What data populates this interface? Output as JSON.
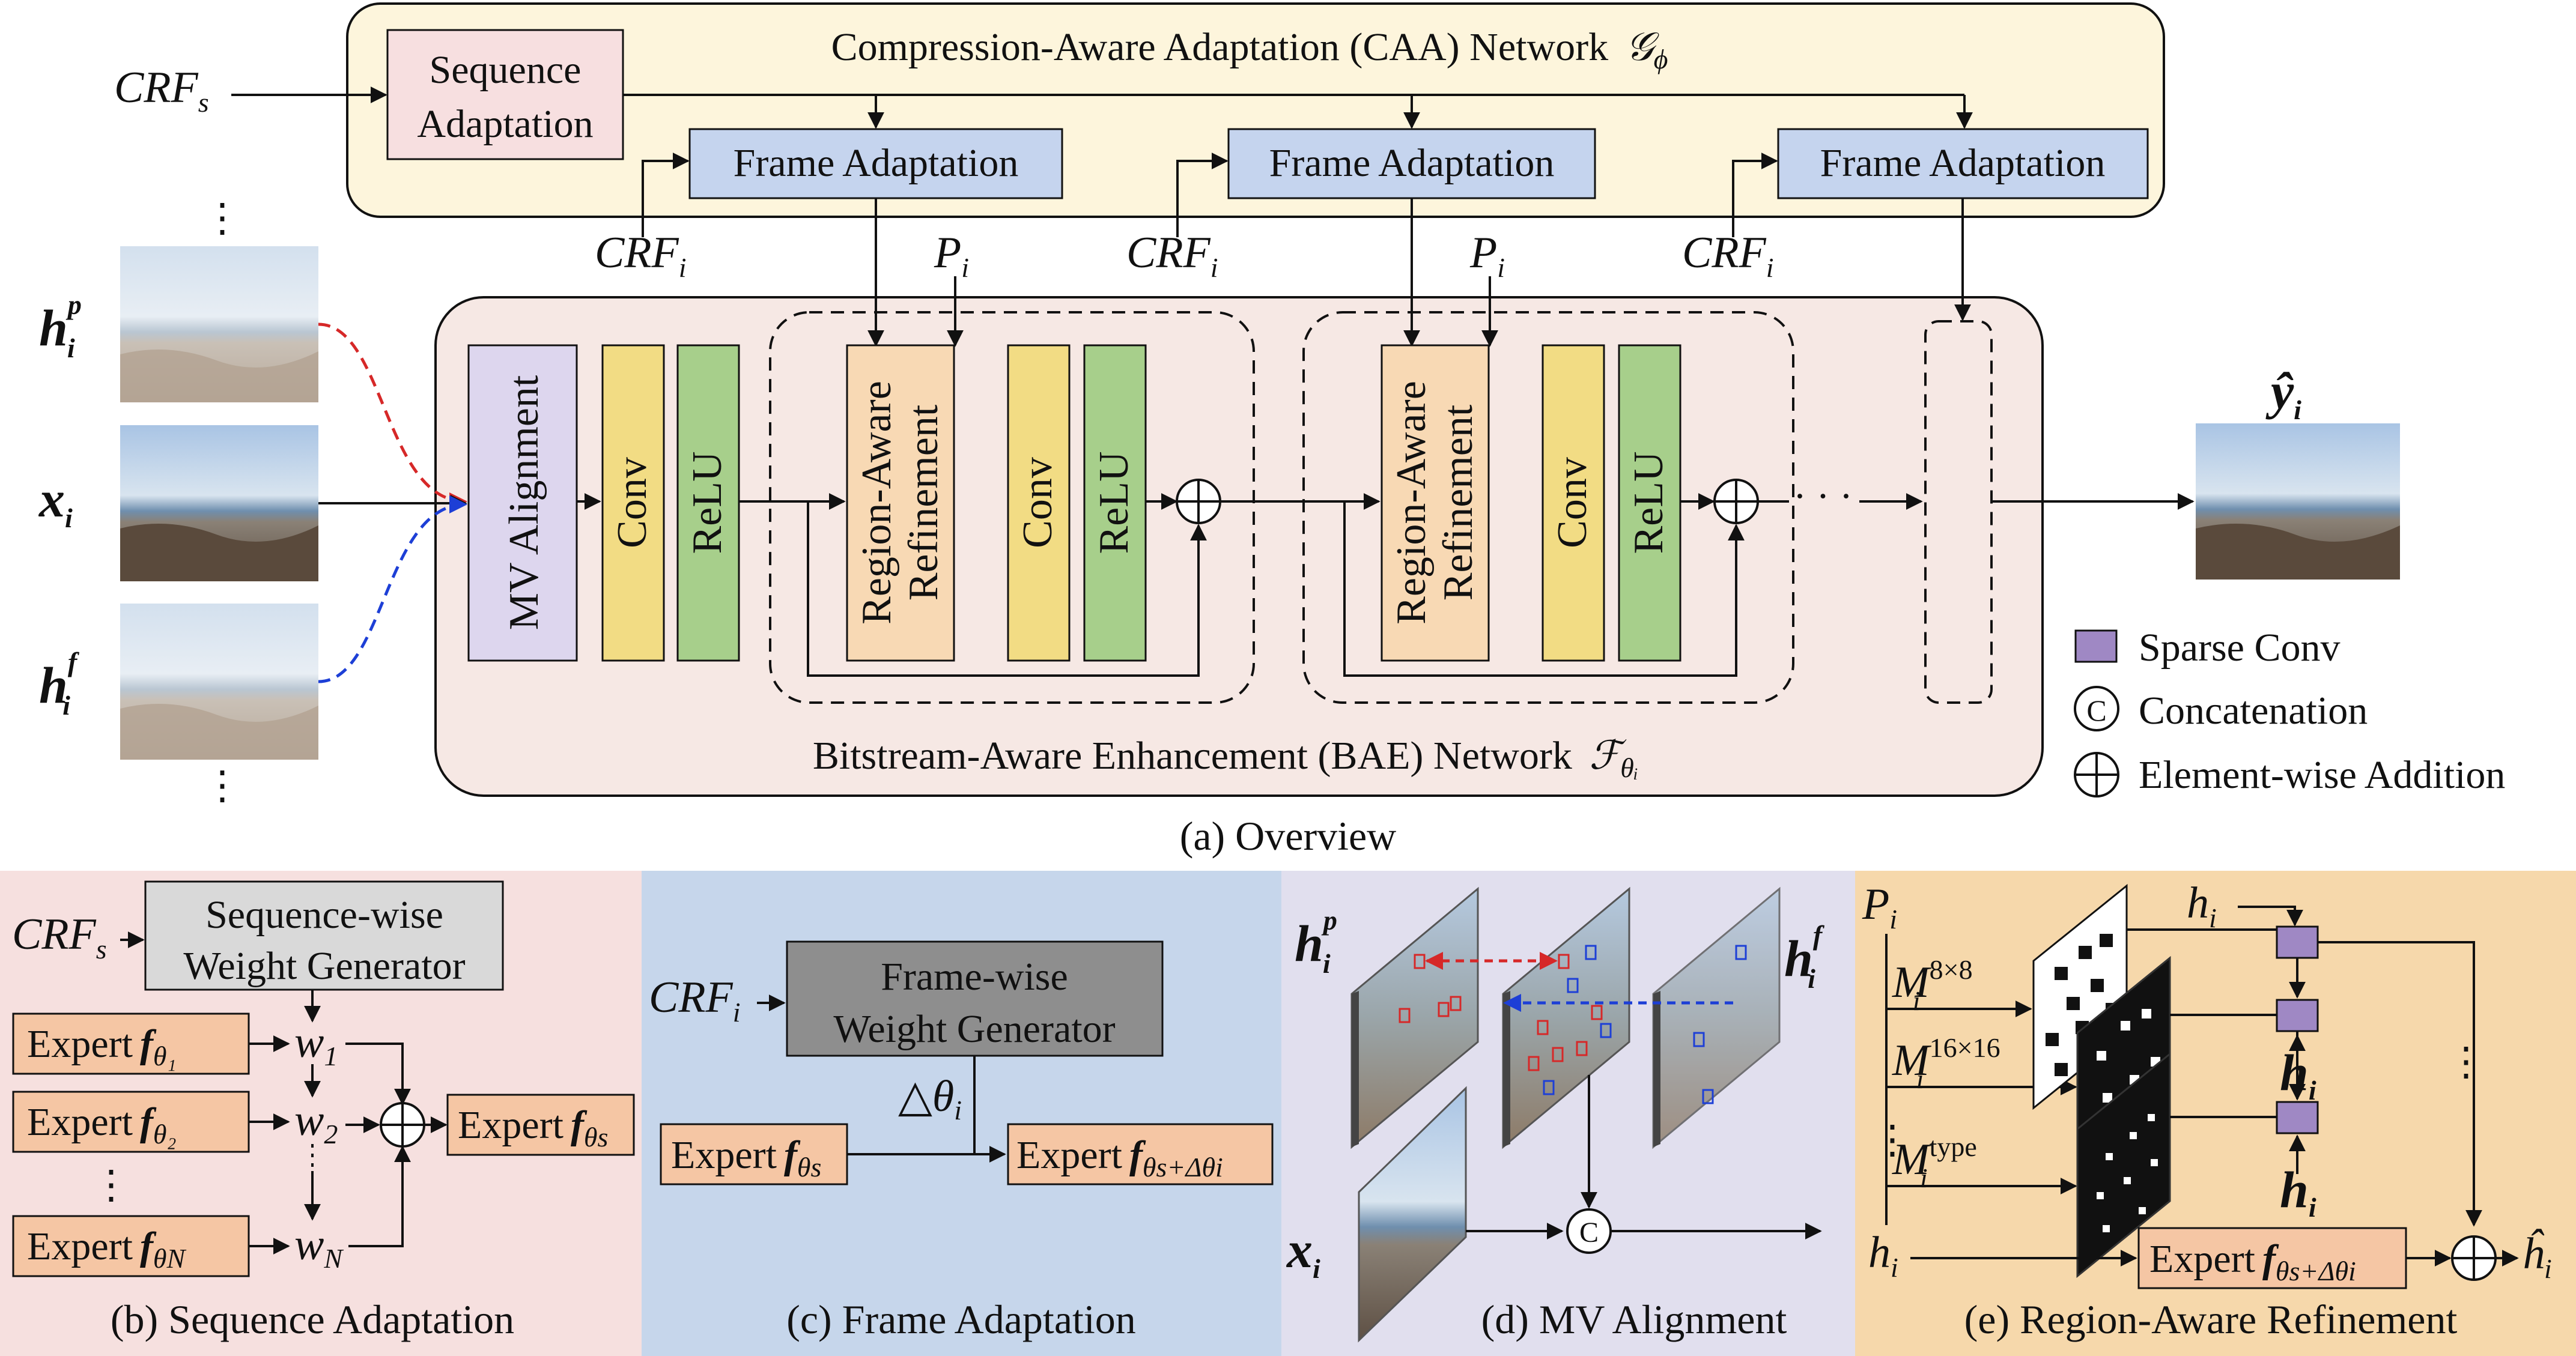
{
  "overview": {
    "caa_title": "Compression-Aware Adaptation (CAA) Network",
    "caa_symbol": "𝒢",
    "caa_symbol_sub": "ϕ",
    "bae_title": "Bitstream-Aware Enhancement (BAE) Network",
    "bae_symbol": "ℱ",
    "bae_symbol_sub": "θᵢ",
    "sequence_adaptation_line1": "Sequence",
    "sequence_adaptation_line2": "Adaptation",
    "frame_adaptation": "Frame Adaptation",
    "crf_s": "CRF",
    "crf_s_sub": "s",
    "crf_i": "CRF",
    "crf_i_sub": "i",
    "p_i": "P",
    "p_i_sub": "i",
    "mv_alignment": "MV Alignment",
    "conv": "Conv",
    "relu": "ReLU",
    "rar_line1": "Region-Aware",
    "rar_line2": "Refinement",
    "ellipsis": "· · ·",
    "vdots": "⋮",
    "h_p": "h",
    "h_p_sup": "p",
    "h_sub": "i",
    "x_i": "x",
    "x_sub": "i",
    "h_f": "h",
    "h_f_sup": "f",
    "y_hat": "ŷ",
    "y_sub": "i",
    "caption": "(a) Overview"
  },
  "legend": {
    "sparse_conv": "Sparse Conv",
    "concat_symbol": "C",
    "concatenation": "Concatenation",
    "elementwise_addition": "Element-wise Addition"
  },
  "panel_b": {
    "crf_s": "CRF",
    "crf_s_sub": "s",
    "generator_line1": "Sequence-wise",
    "generator_line2": "Weight Generator",
    "expert": "Expert",
    "f": "f",
    "expert1_sub": "θ₁",
    "expert2_sub": "θ₂",
    "expertN_sub": "θN",
    "experts_sub": "θs",
    "w": "w",
    "w1_sub": "1",
    "w2_sub": "2",
    "wN_sub": "N",
    "vdots": "⋮",
    "caption": "(b) Sequence Adaptation"
  },
  "panel_c": {
    "crf_i": "CRF",
    "crf_i_sub": "i",
    "generator_line1": "Frame-wise",
    "generator_line2": "Weight Generator",
    "delta": "△θ",
    "delta_sub": "i",
    "expert": "Expert",
    "f": "f",
    "expert_in_sub": "θs",
    "expert_out_sub": "θs+Δθi",
    "caption": "(c) Frame Adaptation"
  },
  "panel_d": {
    "h": "h",
    "hp_sup": "p",
    "hf_sup": "f",
    "sub": "i",
    "x": "x",
    "concat_symbol": "C",
    "caption": "(d) MV Alignment"
  },
  "panel_e": {
    "p": "P",
    "p_sub": "i",
    "h": "h",
    "h_sub": "i",
    "m": "M",
    "m_sub": "i",
    "m1_sup": "8×8",
    "m2_sup": "16×16",
    "m3_sup": "type",
    "vdots": "⋮",
    "expert": "Expert",
    "f": "f",
    "expert_sub": "θs+Δθi",
    "h_hat": "ĥ",
    "caption": "(e) Region-Aware Refinement"
  },
  "colors": {
    "caa_bg": "#fdf5dc",
    "bae_bg": "#f6e8e4",
    "seq_adapt": "#f7dfe0",
    "frame_adapt": "#c5d4ee",
    "mv_align": "#ddd6ee",
    "conv": "#f2dc84",
    "relu": "#a7cf8b",
    "rar": "#f8d9b4",
    "sparse_conv": "#9f88c4",
    "panel_b_bg": "#f6e0df",
    "panel_c_bg": "#c6d6eb",
    "panel_d_bg": "#e1dfee",
    "panel_e_bg": "#f6d8ab",
    "expert": "#f5c6a4",
    "generator_b": "#d9d9d9",
    "generator_c": "#8e8e8e",
    "red_dash": "#d62828",
    "blue_dash": "#1d3fd6"
  }
}
